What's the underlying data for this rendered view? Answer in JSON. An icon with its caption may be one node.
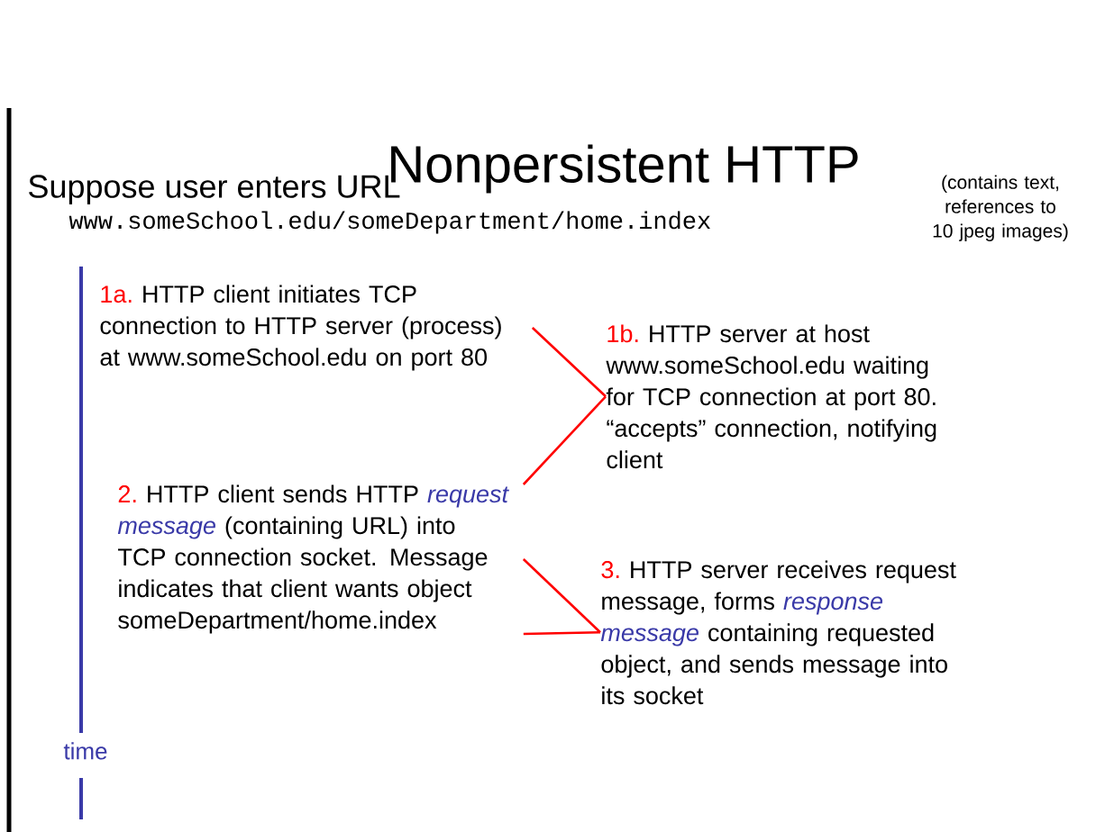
{
  "diagram": {
    "title": "Nonpersistent HTTP",
    "nodes": [
      {
        "text": [
          "1a.",
          "HTTP client initiates TCP connection to HTTP server (process) at www.someSchool.edu on port 80"
        ]
      },
      {
        "text": [
          "1b.",
          "HTTP server at host www.someSchool.edu waiting for TCP connection at port 80. “accepts” connection, notifying client"
        ]
      },
      {
        "text": [
          "2.",
          "HTTP client sends HTTP *request message* (containing URL) into TCP connection socket. Message indicates that client wants object someDepartment/home.index"
        ]
      },
      {
        "text": [
          "3.",
          "HTTP server receives request message, forms *response message* containing requested object, and sends message into its socket"
        ]
      }
    ],
    "edges": [
      {
        "from": 0,
        "to": 1,
        "arrow": "none"
      },
      {
        "from": 1,
        "to": 2,
        "arrow": "none"
      },
      {
        "from": 2,
        "to": 3,
        "arrow": "none"
      },
      {
        "from": 3,
        "to": 2,
        "arrow": "none"
      }
    ],
    "labels": [
      "Suppose user enters URL",
      "www.someSchool.edu/someDepartment/home.index",
      "(contains text, references to 10 jpeg images)",
      "time"
    ]
  }
}
